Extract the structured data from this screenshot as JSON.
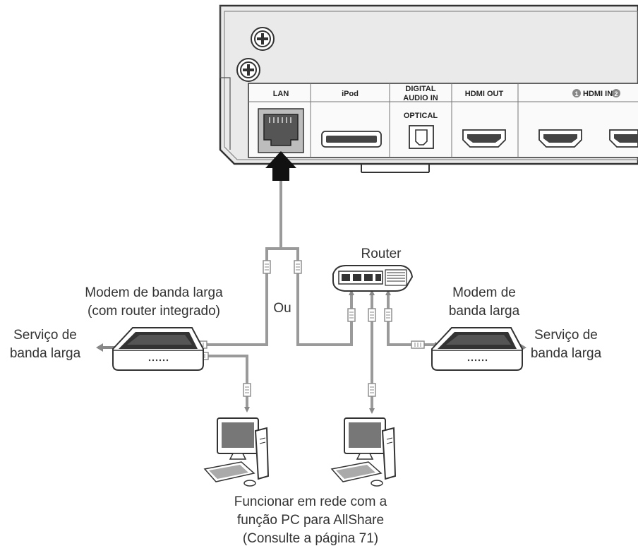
{
  "panel": {
    "ports": {
      "lan": "LAN",
      "ipod": "iPod",
      "digital_audio_1": "DIGITAL",
      "digital_audio_2": "AUDIO IN",
      "optical": "OPTICAL",
      "hdmi_out": "HDMI OUT",
      "hdmi_in_num1": "1",
      "hdmi_in": "HDMI IN",
      "hdmi_in_num2": "2"
    }
  },
  "labels": {
    "router": "Router",
    "or": "Ou",
    "modem_router_1": "Modem de banda larga",
    "modem_router_2": "(com router integrado)",
    "modem_1": "Modem de",
    "modem_2": "banda larga",
    "service_left_1": "Serviço de",
    "service_left_2": "banda larga",
    "service_right_1": "Serviço de",
    "service_right_2": "banda larga",
    "caption_1": "Funcionar em rede com a",
    "caption_2": "função PC para AllShare",
    "caption_3": "(Consulte a página 71)"
  }
}
